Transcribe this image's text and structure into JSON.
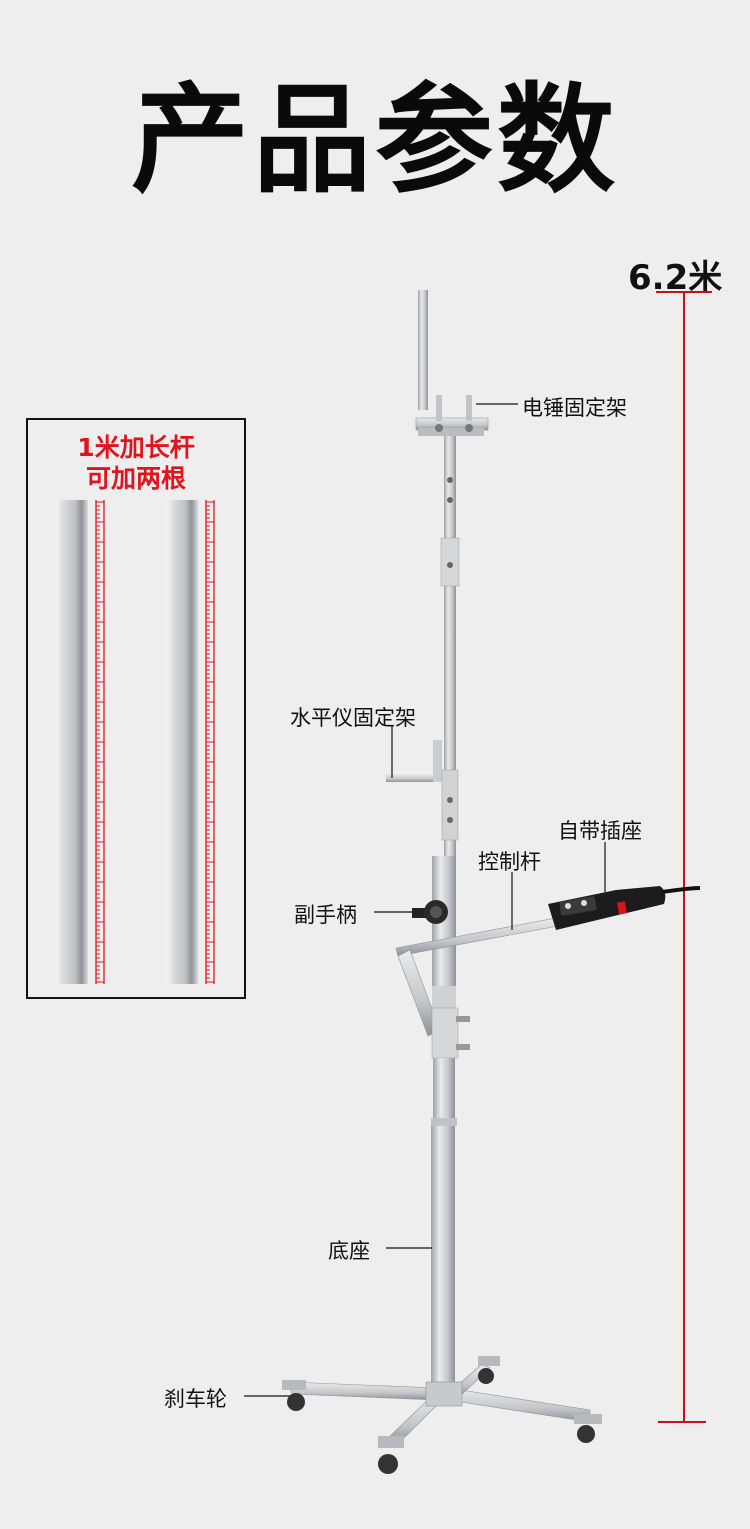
{
  "title": "产品参数",
  "height_label": "6.2米",
  "inset": {
    "line1": "1米加长杆",
    "line2": "可加两根"
  },
  "labels": {
    "hammer_mount": "电锤固定架",
    "level_mount": "水平仪固定架",
    "socket": "自带插座",
    "control_rod": "控制杆",
    "aux_handle": "副手柄",
    "base": "底座",
    "brake_wheel": "刹车轮"
  },
  "colors": {
    "accent_red": "#e0141e",
    "background": "#eeeeee",
    "steel": "#c9ccd0"
  }
}
